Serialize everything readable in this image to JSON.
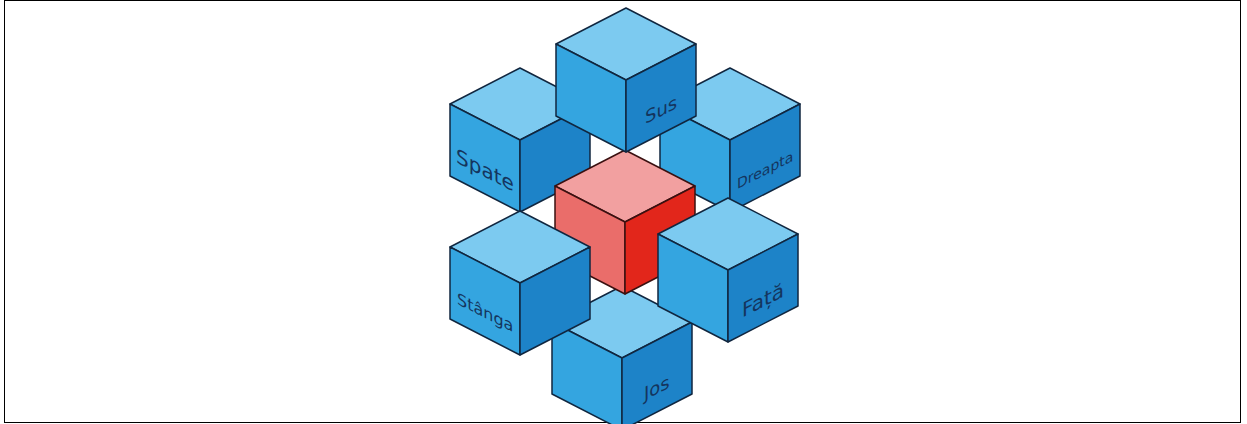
{
  "diagram": {
    "nodes": [
      {
        "text": [
          "Sus"
        ]
      },
      {
        "text": [
          "Spate"
        ]
      },
      {
        "text": [
          "Dreapta"
        ]
      },
      {
        "text": [
          "Stânga"
        ]
      },
      {
        "text": [
          "Față"
        ]
      },
      {
        "text": [
          "Jos"
        ]
      }
    ]
  }
}
